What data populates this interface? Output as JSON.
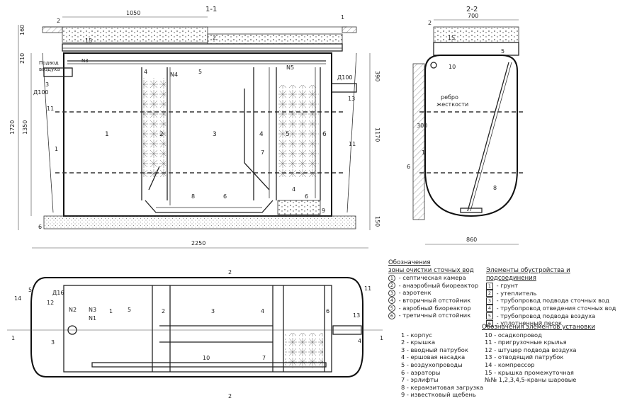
{
  "sections": {
    "s11": "1-1",
    "s22": "2-2"
  },
  "dims": {
    "d1050": "1050",
    "d700": "700",
    "d160": "160",
    "d210": "210",
    "d1720": "1720",
    "d1350": "1350",
    "d390": "390",
    "d1170": "1170",
    "d150": "150",
    "d2250": "2250",
    "d860": "860",
    "d300": "300"
  },
  "labels": {
    "air_supply_line1": "Подвод",
    "air_supply_line2": "воздуха",
    "d100_left": "Д100",
    "d100_right": "Д100",
    "d16": "Д16",
    "rib_line1": "ребро",
    "rib_line2": "жесткости",
    "n1": "N1",
    "n2": "N2",
    "n3": "N3",
    "n4": "N4",
    "n5": "N5"
  },
  "callouts": {
    "c1": "1",
    "c2": "2",
    "c3": "3",
    "c4": "4",
    "c5": "5",
    "c6": "6",
    "c7": "7",
    "c8": "8",
    "c9": "9",
    "c10": "10",
    "c11": "11",
    "c12": "12",
    "c13": "13",
    "c14": "14",
    "c15": "15"
  },
  "zones": {
    "z1": "1",
    "z2": "2",
    "z3": "3",
    "z4": "4",
    "z5": "5",
    "z6": "6"
  },
  "legend": {
    "zones_title_line1": "Обозначения",
    "zones_title_line2": "зоны очистки сточных вод",
    "zones": [
      {
        "num": "1",
        "text": "- септическая камера"
      },
      {
        "num": "2",
        "text": "- анаэробный биореактор"
      },
      {
        "num": "3",
        "text": "- аэротенк"
      },
      {
        "num": "4",
        "text": "- вторичный отстойник"
      },
      {
        "num": "5",
        "text": "- аэробный биореактор"
      },
      {
        "num": "6",
        "text": "- третичный отстойник"
      }
    ],
    "fittings_title": "Элементы обустройства и подсоединения",
    "fittings": [
      {
        "num": "1",
        "text": "- грунт"
      },
      {
        "num": "2",
        "text": "- утеплитель"
      },
      {
        "num": "3",
        "text": "- трубопровод подвода сточных вод"
      },
      {
        "num": "4",
        "text": "- трубопровод отведения сточных вод"
      },
      {
        "num": "5",
        "text": "- трубопровод подвода воздуха"
      },
      {
        "num": "6",
        "text": "- уплотненный песок"
      }
    ],
    "elements_title": "Обозначения элементов установки",
    "elements_left": [
      "1 - корпус",
      "2 - крышка",
      "3 - вводный патрубок",
      "4 - ершовая насадка",
      "5 - воздухопроводы",
      "6 - аэраторы",
      "7 - эрлифты",
      "8 - керамзитовая загрузка",
      "9 - известковый щебень"
    ],
    "elements_right": [
      "10 - осадкопровод",
      "11 - пригрузочные крылья",
      "12 - штуцер подвода воздуха",
      "13 - отводящий патрубок",
      "14 - компрессор",
      "15 - крышка промежуточная",
      "№№ 1,2,3,4,5-краны шаровые"
    ]
  }
}
